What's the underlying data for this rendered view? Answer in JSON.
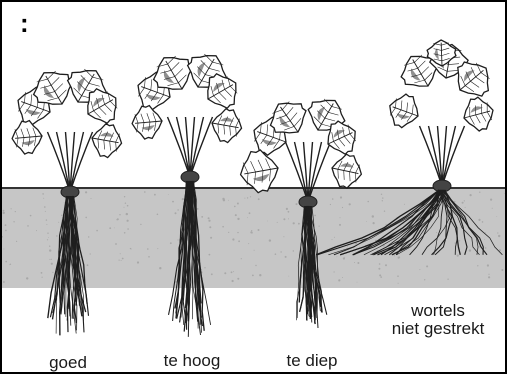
{
  "header": {
    "mark": ":"
  },
  "plants": [
    {
      "label": "goed"
    },
    {
      "label": "te hoog"
    },
    {
      "label": "te diep"
    },
    {
      "label": "wortels\nniet gestrekt"
    }
  ],
  "colors": {
    "soil": "#c6c6c6",
    "ink": "#1e1e1e",
    "leaf": "#ffffff",
    "frame": "#000000"
  },
  "icons": [
    "strawberry-plant-illustration"
  ]
}
